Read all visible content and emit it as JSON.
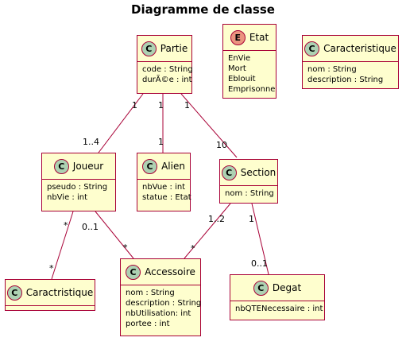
{
  "title": "Diagramme de classe",
  "classes": {
    "partie": {
      "name": "Partie",
      "badge": "C",
      "attributes": [
        "code : String",
        "durÃ©e : int"
      ]
    },
    "etat": {
      "name": "Etat",
      "badge": "E",
      "attributes": [
        "EnVie",
        "Mort",
        "Eblouit",
        "Emprisonne"
      ]
    },
    "caracteristique": {
      "name": "Caracteristique",
      "badge": "C",
      "attributes": [
        "nom : String",
        "description : String"
      ]
    },
    "joueur": {
      "name": "Joueur",
      "badge": "C",
      "attributes": [
        "pseudo : String",
        "nbVie : int"
      ]
    },
    "alien": {
      "name": "Alien",
      "badge": "C",
      "attributes": [
        "nbVue : int",
        "statue : Etat"
      ]
    },
    "section": {
      "name": "Section",
      "badge": "C",
      "attributes": [
        "nom : String"
      ]
    },
    "caractristique": {
      "name": "Caractristique",
      "badge": "C",
      "attributes": []
    },
    "accessoire": {
      "name": "Accessoire",
      "badge": "C",
      "attributes": [
        "nom : String",
        "description : String",
        "nbUtilisation: int",
        "portee : int"
      ]
    },
    "degat": {
      "name": "Degat",
      "badge": "C",
      "attributes": [
        "nbQTENecessaire : int"
      ]
    }
  },
  "multiplicities": {
    "partie_joueur_src": "1",
    "partie_joueur_dst": "1..4",
    "partie_alien_src": "1",
    "partie_alien_dst": "1",
    "partie_section_src": "1",
    "partie_section_dst": "10",
    "joueur_caract_src": "*",
    "joueur_caract_dst": "*",
    "joueur_access_src": "0..1",
    "joueur_access_dst": "*",
    "section_access_src": "1..2",
    "section_access_dst": "*",
    "section_degat_src": "1",
    "section_degat_dst": "0..1"
  },
  "colors": {
    "class_fill": "#fefece",
    "class_border": "#a80036",
    "badge_class": "#add1b2",
    "badge_enum": "#eb937f",
    "edge": "#a80036"
  }
}
